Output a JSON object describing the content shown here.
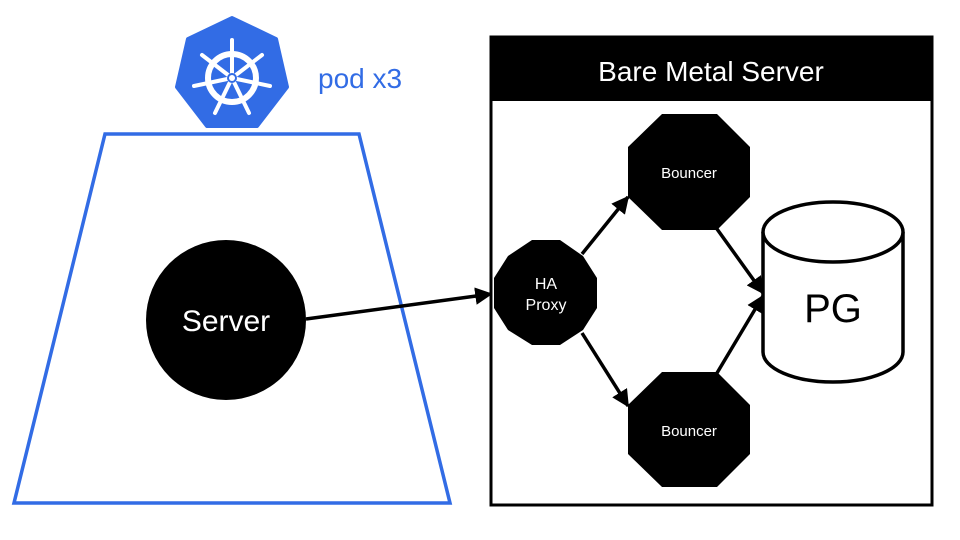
{
  "colors": {
    "kubernetes_blue": "#326CE5",
    "node_fill": "#000000",
    "node_text": "#ffffff",
    "edge": "#000000",
    "background": "#ffffff"
  },
  "kubernetes": {
    "icon": "kubernetes-helm-icon",
    "replica_label": "pod x3"
  },
  "pod": {
    "server_label": "Server"
  },
  "bare_metal": {
    "title": "Bare Metal Server",
    "haproxy_label_line1": "HA",
    "haproxy_label_line2": "Proxy",
    "bouncer_top_label": "Bouncer",
    "bouncer_bottom_label": "Bouncer",
    "database_label": "PG"
  },
  "edges": [
    {
      "from": "Server",
      "to": "HA Proxy"
    },
    {
      "from": "HA Proxy",
      "to": "Bouncer (top)"
    },
    {
      "from": "HA Proxy",
      "to": "Bouncer (bottom)"
    },
    {
      "from": "Bouncer (top)",
      "to": "PG"
    },
    {
      "from": "Bouncer (bottom)",
      "to": "PG"
    }
  ]
}
